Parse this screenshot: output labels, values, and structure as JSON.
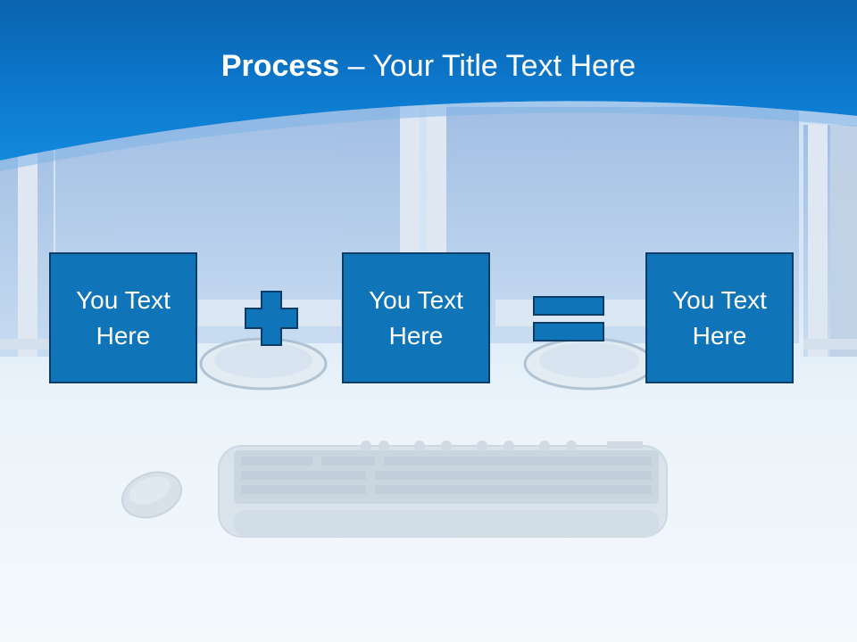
{
  "slide": {
    "title_bold": "Process",
    "title_rest": " – Your Title Text Here"
  },
  "process": {
    "boxes": [
      {
        "label": "You Text Here"
      },
      {
        "label": "You Text Here"
      },
      {
        "label": "You Text Here"
      }
    ],
    "operators": [
      "plus-icon",
      "equals-icon"
    ]
  },
  "colors": {
    "banner": "#0a6fc2",
    "box_fill": "#0f74b8",
    "box_border": "#0b3d66",
    "operator_fill": "#0f74b8"
  }
}
